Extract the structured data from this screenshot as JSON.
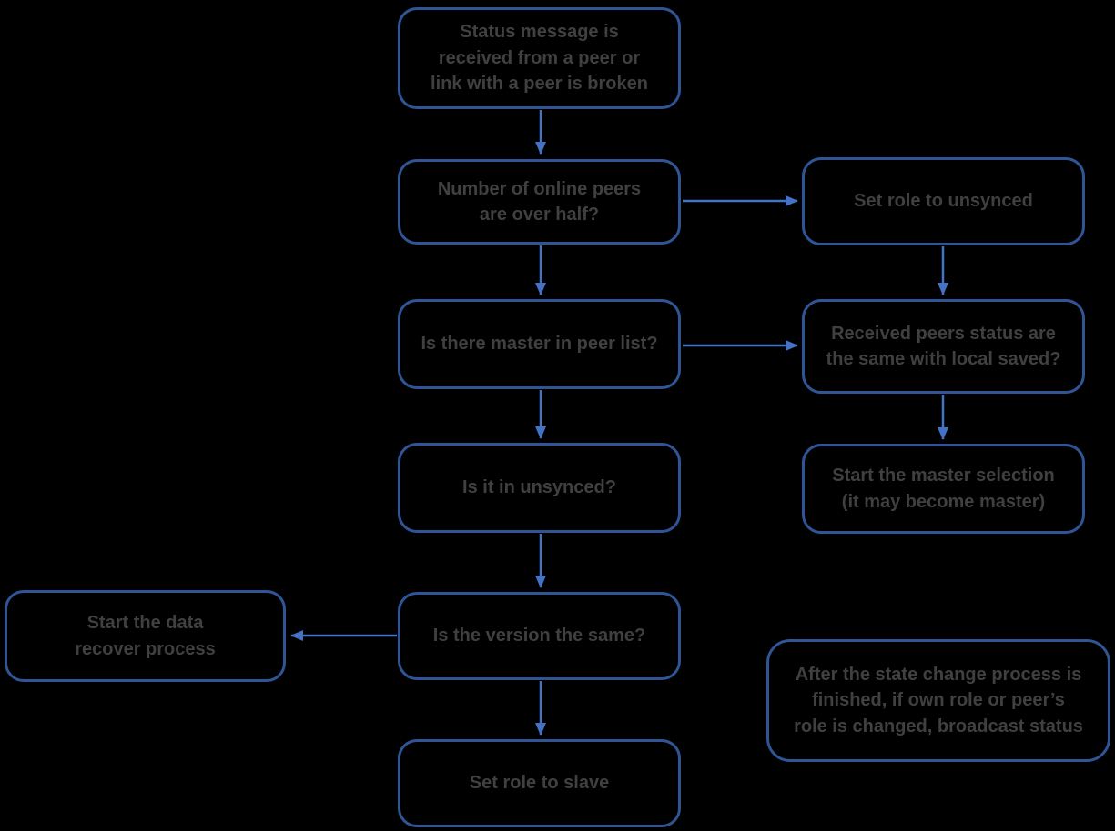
{
  "diagram": {
    "nodes": {
      "status_message": {
        "label": "Status message is\nreceived from a peer or\nlink with a peer is broken"
      },
      "peers_over_half": {
        "label": "Number of online peers\nare over half?"
      },
      "set_role_unsynced": {
        "label": "Set role to unsynced"
      },
      "master_in_peer_list": {
        "label": "Is there master in peer list?"
      },
      "received_peers_status": {
        "label": "Received peers status are\nthe same with local saved?"
      },
      "is_it_unsynced": {
        "label": "Is it in unsynced?"
      },
      "start_master_selection": {
        "label": "Start the master selection\n(it may become master)"
      },
      "is_version_same": {
        "label": "Is the version the same?"
      },
      "start_data_recover": {
        "label": "Start the data\nrecover process"
      },
      "set_role_slave": {
        "label": "Set role to slave"
      },
      "note_broadcast": {
        "label": "After the state change process is\nfinished, if own role or peer’s\nrole is changed, broadcast status"
      }
    },
    "edges": [
      {
        "from": "status_message",
        "to": "peers_over_half"
      },
      {
        "from": "peers_over_half",
        "to": "set_role_unsynced"
      },
      {
        "from": "peers_over_half",
        "to": "master_in_peer_list"
      },
      {
        "from": "set_role_unsynced",
        "to": "received_peers_status"
      },
      {
        "from": "master_in_peer_list",
        "to": "received_peers_status"
      },
      {
        "from": "master_in_peer_list",
        "to": "is_it_unsynced"
      },
      {
        "from": "received_peers_status",
        "to": "start_master_selection"
      },
      {
        "from": "is_it_unsynced",
        "to": "is_version_same"
      },
      {
        "from": "is_version_same",
        "to": "start_data_recover"
      },
      {
        "from": "is_version_same",
        "to": "set_role_slave"
      }
    ]
  },
  "theme": {
    "background": "#000000",
    "box_border": "#2F5597",
    "arrow_color": "#4472C4",
    "text_color": "#404040"
  }
}
